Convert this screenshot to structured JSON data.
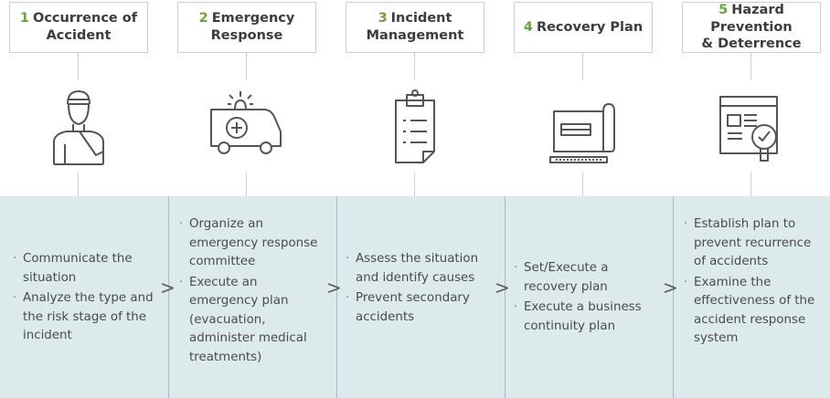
{
  "steps": [
    {
      "number": "1",
      "title_line1": "Occurrence of",
      "title_line2": "Accident",
      "icon": "injured-person-icon",
      "items": [
        "Communicate the situation",
        "Analyze the type and the risk stage of the incident"
      ]
    },
    {
      "number": "2",
      "title_line1": "Emergency",
      "title_line2": "Response",
      "icon": "ambulance-icon",
      "items": [
        "Organize an emergency response committee",
        "Execute an emergency plan (evacuation, administer medical treatments)"
      ]
    },
    {
      "number": "3",
      "title_line1": "Incident",
      "title_line2": "Management",
      "icon": "clipboard-icon",
      "items": [
        "Assess the situation and identify causes",
        "Prevent secondary accidents"
      ]
    },
    {
      "number": "4",
      "title_line1": "Recovery Plan",
      "title_line2": "",
      "icon": "blueprint-icon",
      "items": [
        "Set/Execute a recovery plan",
        "Execute a business continuity plan"
      ]
    },
    {
      "number": "5",
      "title_line1": "Hazard Prevention",
      "title_line2": "& Deterrence",
      "icon": "inspection-icon",
      "items": [
        "Establish plan to prevent recurrence of accidents",
        "Examine the effectiveness of the accident response system"
      ]
    }
  ],
  "arrow_glyph": ">",
  "colors": {
    "accent_green": "#6aa43c",
    "band": "#ddeaec",
    "line": "#cfcfcf",
    "icon_stroke": "#555555"
  }
}
